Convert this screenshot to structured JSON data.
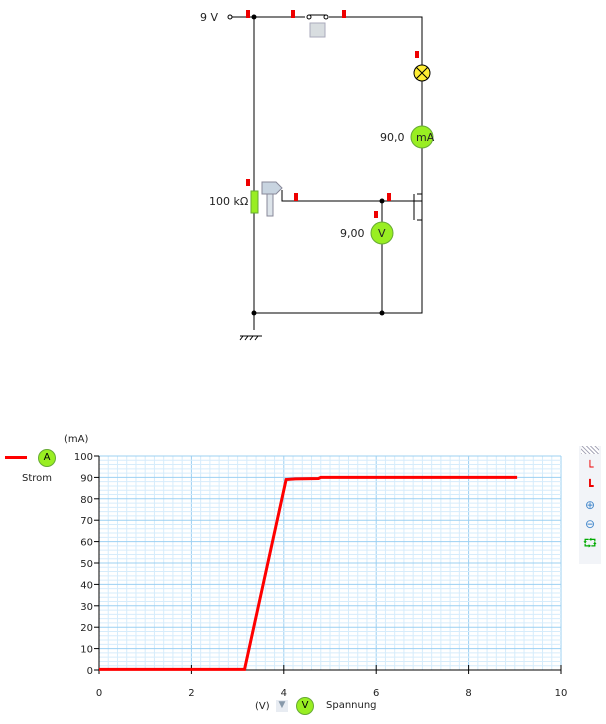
{
  "circuit": {
    "source_label": "9 V",
    "resistor_label": "100 kΩ",
    "ammeter_value": "90,0",
    "ammeter_unit": "mA",
    "voltmeter_value": "9,00",
    "voltmeter_unit": "V"
  },
  "legend": {
    "meter": "A",
    "label": "Strom"
  },
  "xaxis_meter": {
    "unit": "(V)",
    "meter": "V",
    "label": "Spannung"
  },
  "toolbar": [
    "grid-icon",
    "x-axis-icon",
    "y-axis-icon",
    "zoom-in-icon",
    "zoom-out-icon",
    "autoscale-icon"
  ],
  "colors": {
    "series": "#ff0000",
    "grid": "#bfe0f7",
    "meter": "#99ee22"
  },
  "chart_data": {
    "type": "line",
    "xlabel": "(V)",
    "ylabel": "(mA)",
    "xlim": [
      0,
      10
    ],
    "ylim": [
      0,
      100
    ],
    "xticks": [
      "0",
      "2",
      "4",
      "6",
      "8",
      "10"
    ],
    "yticks": [
      "0",
      "10",
      "20",
      "30",
      "40",
      "50",
      "60",
      "70",
      "80",
      "90",
      "100"
    ],
    "grid": true,
    "legend_placement": "top-left",
    "series": [
      {
        "name": "Strom",
        "x": [
          0,
          3.15,
          4.05,
          4.25,
          4.75,
          4.8,
          9.05
        ],
        "y": [
          0.3,
          0.3,
          89,
          89.3,
          89.5,
          90,
          90
        ]
      }
    ]
  }
}
